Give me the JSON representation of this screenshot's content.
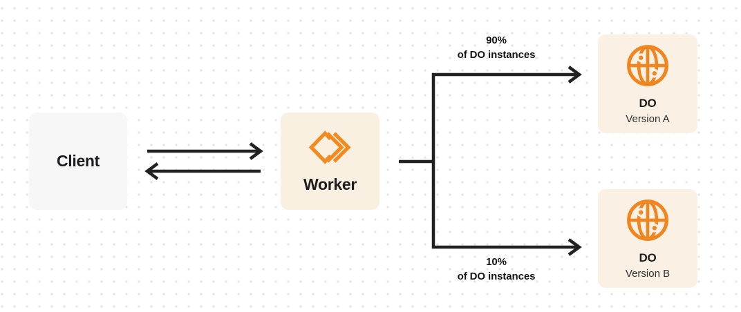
{
  "nodes": {
    "client": {
      "label": "Client"
    },
    "worker": {
      "label": "Worker",
      "icon": "cloudflare-workers-logo"
    },
    "do_version_a": {
      "title": "DO",
      "subtitle": "Version A",
      "icon": "durable-object-globe"
    },
    "do_version_b": {
      "title": "DO",
      "subtitle": "Version B",
      "icon": "durable-object-globe"
    }
  },
  "edges": {
    "client_worker": {
      "type": "bidirectional-arrows"
    },
    "top_branch": {
      "percent": "90%",
      "caption": "of DO instances",
      "target": "DO Version A"
    },
    "bottom_branch": {
      "percent": "10%",
      "caption": "of DO instances",
      "target": "DO Version B"
    }
  },
  "colors": {
    "accent_orange": "#F28A1F",
    "cream_box": "#FAF0E1",
    "do_cream_box": "#FAF1E4",
    "gray_box": "#F7F7F8",
    "line_dark": "#212121",
    "dot_grid": "#E4E4E4"
  }
}
